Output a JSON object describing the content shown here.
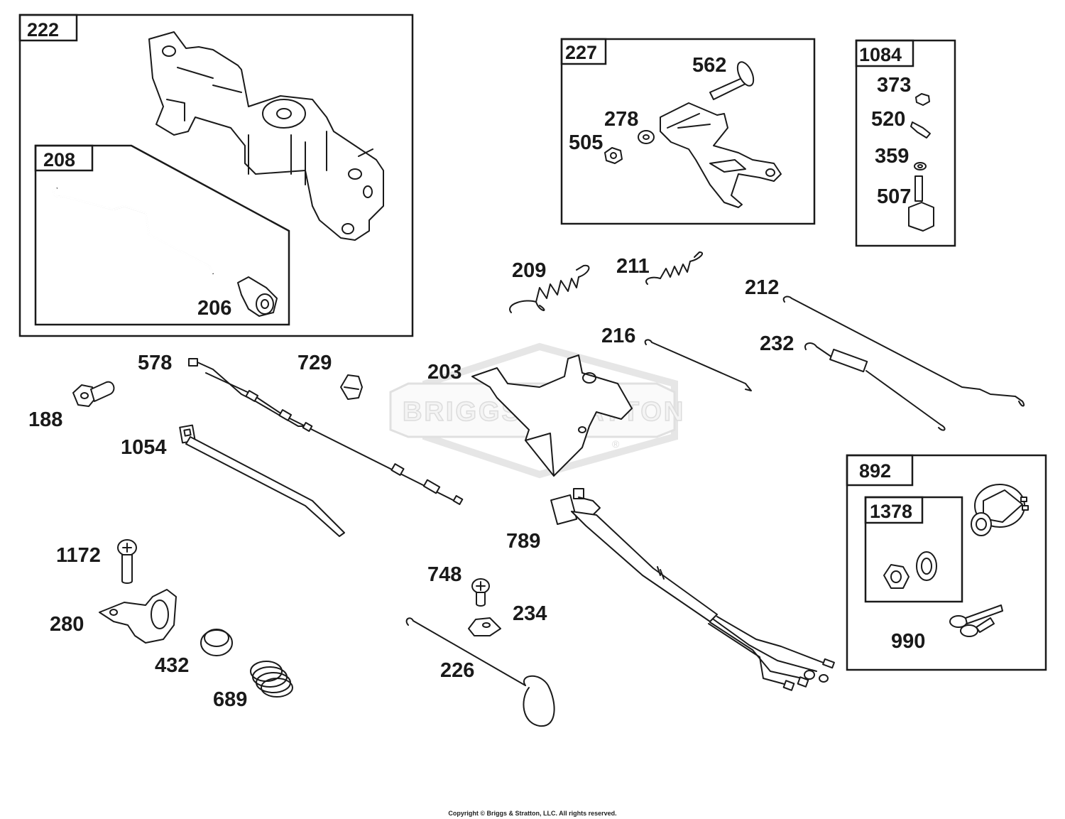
{
  "groups": {
    "g222": "222",
    "g208": "208",
    "g227": "227",
    "g1084": "1084",
    "g892": "892",
    "g1378": "1378"
  },
  "parts": {
    "p206": "206",
    "p562": "562",
    "p278": "278",
    "p505": "505",
    "p373": "373",
    "p520": "520",
    "p359": "359",
    "p507": "507",
    "p209": "209",
    "p211": "211",
    "p212": "212",
    "p216": "216",
    "p232": "232",
    "p578": "578",
    "p729": "729",
    "p203": "203",
    "p188": "188",
    "p1054": "1054",
    "p789": "789",
    "p1172": "1172",
    "p748": "748",
    "p234": "234",
    "p280": "280",
    "p226": "226",
    "p432": "432",
    "p689": "689",
    "p990": "990"
  },
  "watermark": {
    "brand_left": "BRIGGS",
    "brand_right": "STRATTON",
    "registered": "®"
  },
  "copyright": "Copyright © Briggs & Stratton, LLC. All rights reserved."
}
